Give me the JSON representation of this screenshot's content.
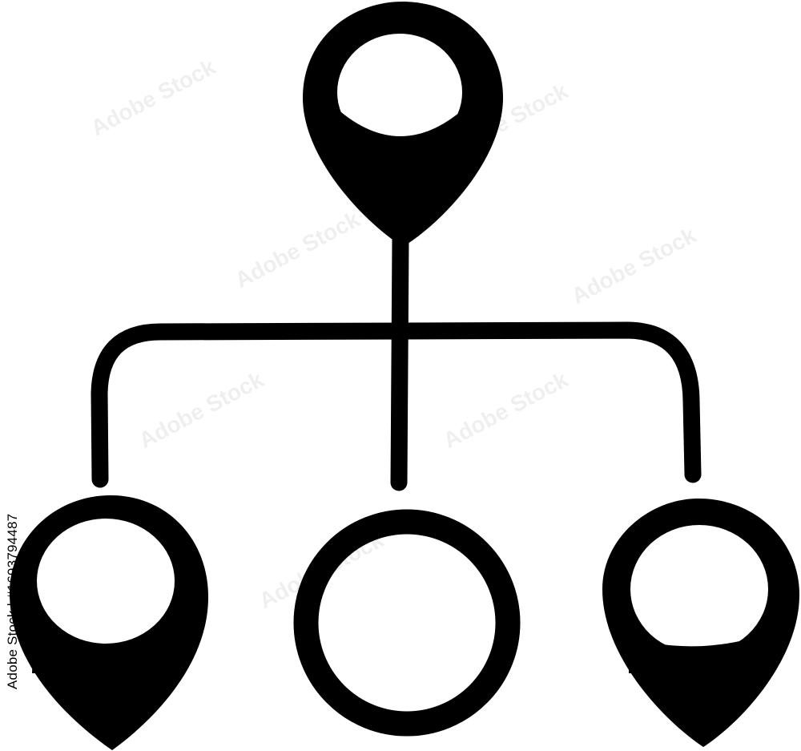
{
  "image": {
    "background_color": "#ffffff",
    "foreground_color": "#000000",
    "stock_id_text": "Adobe Stock | #1693794487",
    "watermark_text": "Adobe Stock"
  },
  "icon": {
    "name": "network-location-hierarchy-icon",
    "nodes": [
      {
        "id": "top-pin",
        "kind": "map-pin-icon"
      },
      {
        "id": "left-pin",
        "kind": "map-pin-icon"
      },
      {
        "id": "center-node",
        "kind": "ring-icon"
      },
      {
        "id": "right-pin",
        "kind": "map-pin-icon"
      }
    ]
  }
}
